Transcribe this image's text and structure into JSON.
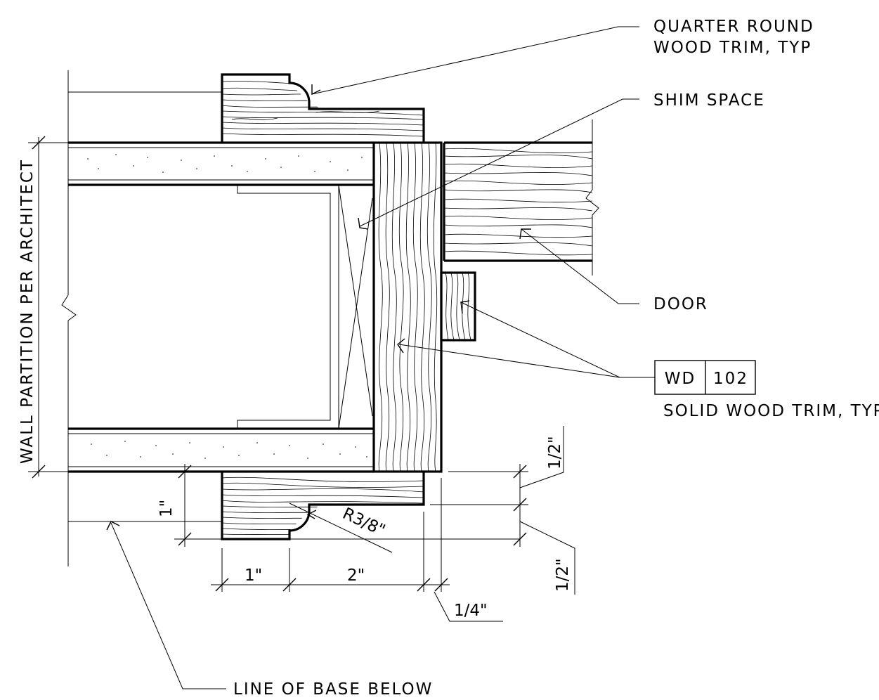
{
  "labels": {
    "quarter_round_line1": "QUARTER ROUND",
    "quarter_round_line2": "WOOD TRIM, TYP",
    "shim_space": "SHIM SPACE",
    "door": "DOOR",
    "tag_left": "WD",
    "tag_right": "102",
    "solid_wood_trim": "SOLID WOOD TRIM, TYP",
    "line_of_base": "LINE OF BASE BELOW",
    "wall_partition": "WALL PARTITION PER ARCHITECT"
  },
  "dimensions": {
    "one_inch_vertical": "1\"",
    "one_inch_horizontal": "1\"",
    "two_inch": "2\"",
    "quarter_inch": "1/4\"",
    "half_inch_top": "1/2\"",
    "half_inch_bottom": "1/2\"",
    "radius": "R3/8\""
  }
}
